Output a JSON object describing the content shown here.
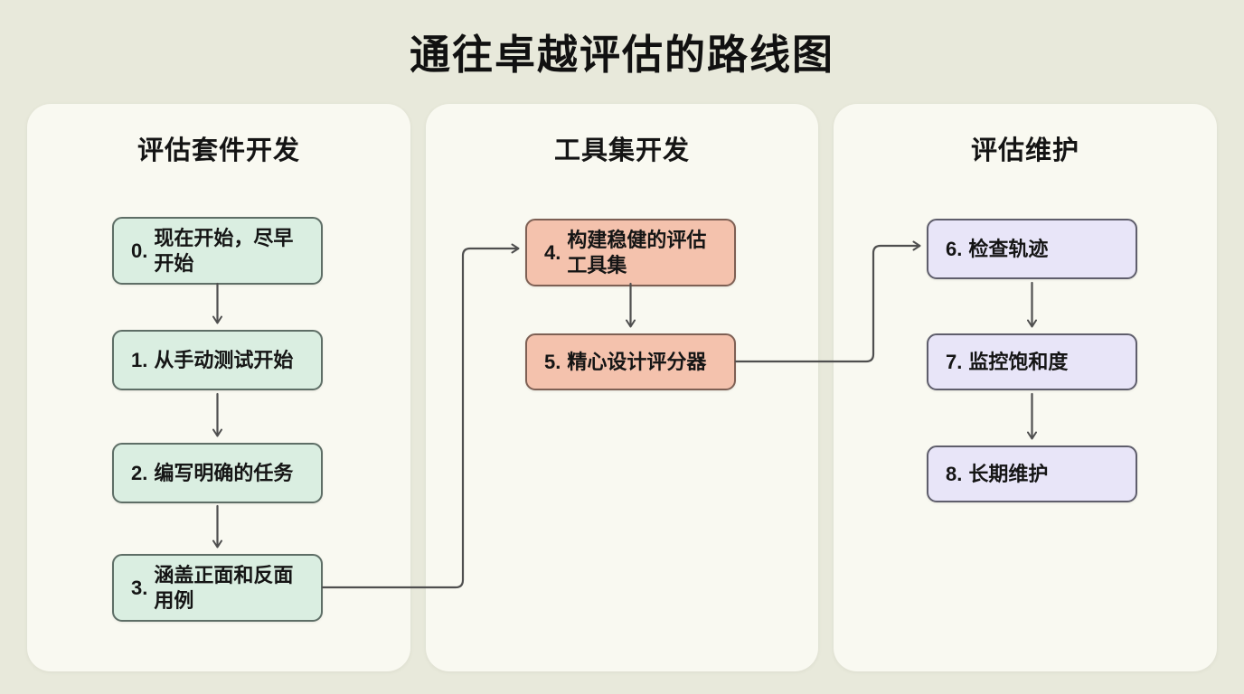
{
  "title": "通往卓越评估的路线图",
  "palette": {
    "page_background": "#e8e9db",
    "panel_background": "#f9f9f1",
    "green_box_fill": "#daeee1",
    "green_box_border": "#5e6e66",
    "salmon_box_fill": "#f4c2ad",
    "salmon_box_border": "#7e6054",
    "lavender_box_fill": "#e8e5f8",
    "lavender_box_border": "#5f5e6c",
    "connector_line": "#4f4f4f",
    "text": "#151515"
  },
  "columns": [
    {
      "header": "评估套件开发",
      "boxes": [
        {
          "num": "0.",
          "text": "现在开始，尽早\n开始"
        },
        {
          "num": "1.",
          "text": "从手动测试开始"
        },
        {
          "num": "2.",
          "text": "编写明确的任务"
        },
        {
          "num": "3.",
          "text": "涵盖正面和反面\n用例"
        }
      ]
    },
    {
      "header": "工具集开发",
      "boxes": [
        {
          "num": "4.",
          "text": "构建稳健的评估\n工具集"
        },
        {
          "num": "5.",
          "text": "精心设计评分器"
        }
      ]
    },
    {
      "header": "评估维护",
      "boxes": [
        {
          "num": "6.",
          "text": "检查轨迹"
        },
        {
          "num": "7.",
          "text": "监控饱和度"
        },
        {
          "num": "8.",
          "text": "长期维护"
        }
      ]
    }
  ],
  "connections": [
    "0→1",
    "1→2",
    "2→3",
    "3→4",
    "4→5",
    "5→6",
    "6→7",
    "7→8"
  ]
}
